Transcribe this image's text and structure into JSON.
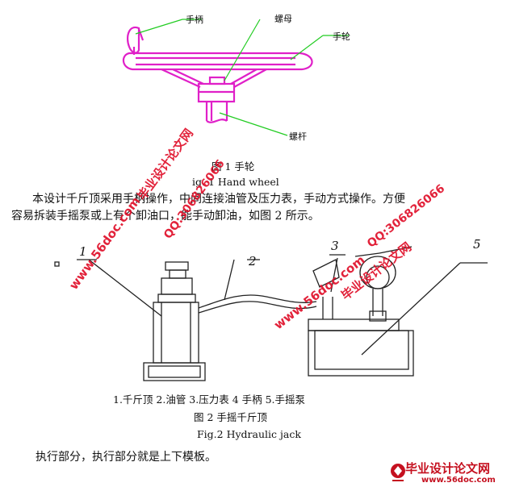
{
  "figure1": {
    "labels": {
      "handle": "手柄",
      "nut": "螺母",
      "wheel": "手轮",
      "screw": "螺杆"
    },
    "caption_cn": "图 1  手轮",
    "caption_en": "ig. 1    Hand wheel"
  },
  "paragraph1": {
    "line1": "本设计千斤顶采用手柄操作，中间连接油管及压力表，手动方式操作。方便",
    "line2": "容易拆装手摇泵或上有个卸油口，能手动卸油，如图 2 所示。"
  },
  "figure2": {
    "labels": [
      "1",
      "2",
      "3",
      "5"
    ],
    "legend": "1.千斤顶   2.油管   3.压力表   4 手柄   5.手摇泵",
    "caption_cn": "图 2  手摇千斤顶",
    "caption_en": "Fig.2     Hydraulic jack"
  },
  "paragraph2": "执行部分，执行部分就是上下模板。",
  "watermarks": {
    "w1": "毕业设计论文网",
    "w2": "www.56doc.com",
    "w3": "QQ:306826066",
    "w4": "毕业设计论文网",
    "w5": "www.56doc.com",
    "w6": "QQ:306826066"
  },
  "logo": {
    "main": "毕业设计论文网",
    "sub": "www.56doc.com"
  },
  "colors": {
    "wheel": "#e020c8",
    "leader": "#22cc22",
    "watermark": "#e0102a"
  }
}
